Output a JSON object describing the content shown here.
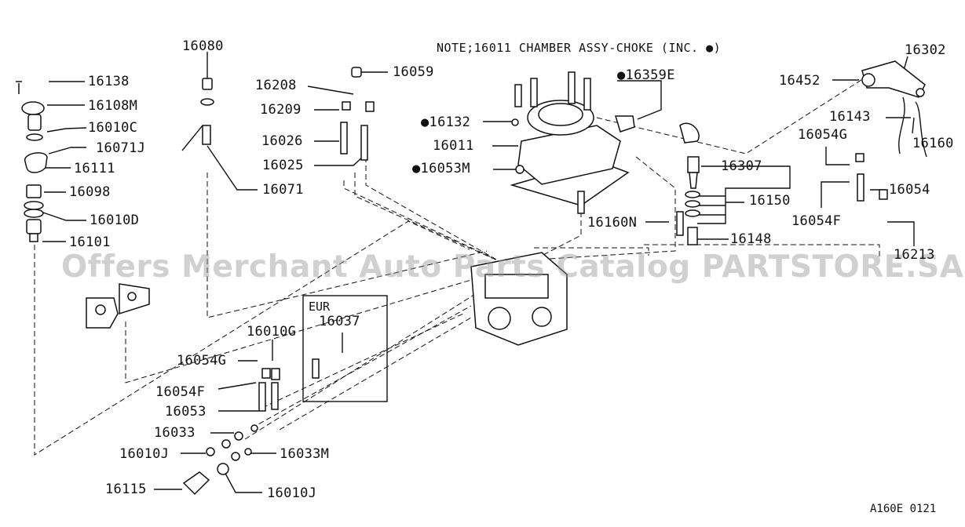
{
  "note": "NOTE;16011 CHAMBER ASSY-CHOKE (INC. ●)",
  "watermark": "Offers Merchant Auto Parts Catalog PARTSTORE.SA",
  "diagram_code": "A160E 0121",
  "eur_box": {
    "title": "EUR",
    "part": "16037"
  },
  "labels": {
    "p16080": "16080",
    "p16138": "16138",
    "p16108M": "16108M",
    "p16010C": "16010C",
    "p16071J": "16071J",
    "p16111": "16111",
    "p16098": "16098",
    "p16010D": "16010D",
    "p16101": "16101",
    "p16071": "16071",
    "p16208": "16208",
    "p16209": "16209",
    "p16026": "16026",
    "p16025": "16025",
    "p16059": "16059",
    "p16359E": "●16359E",
    "p16132": "●16132",
    "p16011": "16011",
    "p16053M": "●16053M",
    "p16302": "16302",
    "p16452": "16452",
    "p16143": "16143",
    "p16160": "16160",
    "p16054G_r": "16054G",
    "p16307": "16307",
    "p16150": "16150",
    "p16054": "16054",
    "p16054F_r": "16054F",
    "p16160N": "16160N",
    "p16148": "16148",
    "p16213": "16213",
    "p16010G": "16010G",
    "p16054G_l": "16054G",
    "p16054F_l": "16054F",
    "p16053": "16053",
    "p16033": "16033",
    "p16010J_a": "16010J",
    "p16033M": "16033M",
    "p16115": "16115",
    "p16010J_b": "16010J"
  }
}
